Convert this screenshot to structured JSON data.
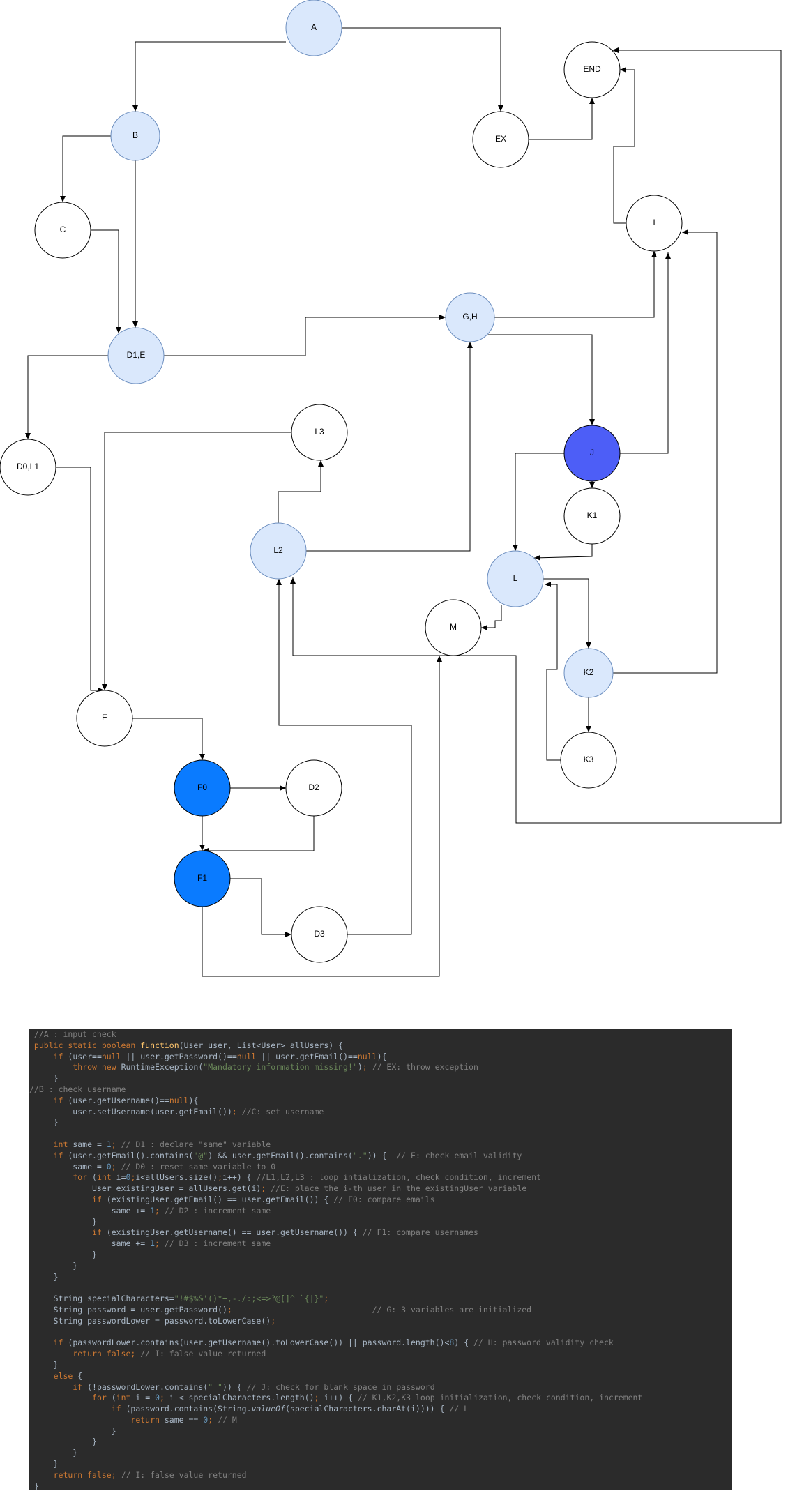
{
  "colors": {
    "light_blue": "#dae8fc",
    "light_blue_stroke": "#6c8ebf",
    "white": "#ffffff",
    "dark_blue": "#4d5ef7",
    "bright_blue": "#0a7bff",
    "code_bg": "#2b2b2b",
    "code_text": "#a9b7c6",
    "code_keyword": "#cc7832",
    "code_function": "#ffc66d",
    "code_string": "#6a8759",
    "code_number": "#6897bb",
    "code_comment": "#808080"
  },
  "nodes": [
    {
      "id": "A",
      "label": "A",
      "fill": "light_blue"
    },
    {
      "id": "EX",
      "label": "EX",
      "fill": "white"
    },
    {
      "id": "END",
      "label": "END",
      "fill": "white"
    },
    {
      "id": "B",
      "label": "B",
      "fill": "light_blue"
    },
    {
      "id": "C",
      "label": "C",
      "fill": "white"
    },
    {
      "id": "I",
      "label": "I",
      "fill": "white"
    },
    {
      "id": "GH",
      "label": "G,H",
      "fill": "light_blue"
    },
    {
      "id": "D1E",
      "label": "D1,E",
      "fill": "light_blue"
    },
    {
      "id": "L3",
      "label": "L3",
      "fill": "white"
    },
    {
      "id": "J",
      "label": "J",
      "fill": "dark_blue"
    },
    {
      "id": "D0L1",
      "label": "D0,L1",
      "fill": "white"
    },
    {
      "id": "K1",
      "label": "K1",
      "fill": "white"
    },
    {
      "id": "L2",
      "label": "L2",
      "fill": "light_blue"
    },
    {
      "id": "L",
      "label": "L",
      "fill": "light_blue"
    },
    {
      "id": "M",
      "label": "M",
      "fill": "white"
    },
    {
      "id": "K2",
      "label": "K2",
      "fill": "light_blue"
    },
    {
      "id": "E",
      "label": "E",
      "fill": "white"
    },
    {
      "id": "K3",
      "label": "K3",
      "fill": "white"
    },
    {
      "id": "F0",
      "label": "F0",
      "fill": "bright_blue"
    },
    {
      "id": "D2",
      "label": "D2",
      "fill": "white"
    },
    {
      "id": "F1",
      "label": "F1",
      "fill": "bright_blue"
    },
    {
      "id": "D3",
      "label": "D3",
      "fill": "white"
    }
  ],
  "edges": [
    {
      "from": "A",
      "to": "B"
    },
    {
      "from": "A",
      "to": "EX"
    },
    {
      "from": "EX",
      "to": "END"
    },
    {
      "from": "B",
      "to": "C"
    },
    {
      "from": "B",
      "to": "D1E"
    },
    {
      "from": "C",
      "to": "D1E"
    },
    {
      "from": "D1E",
      "to": "D0L1"
    },
    {
      "from": "D1E",
      "to": "GH"
    },
    {
      "from": "GH",
      "to": "I"
    },
    {
      "from": "GH",
      "to": "J"
    },
    {
      "from": "I",
      "to": "END"
    },
    {
      "from": "J",
      "to": "I"
    },
    {
      "from": "J",
      "to": "K1"
    },
    {
      "from": "J",
      "to": "L"
    },
    {
      "from": "K1",
      "to": "L"
    },
    {
      "from": "L",
      "to": "M"
    },
    {
      "from": "L",
      "to": "K2"
    },
    {
      "from": "K2",
      "to": "K3"
    },
    {
      "from": "K2",
      "to": "I"
    },
    {
      "from": "K3",
      "to": "L"
    },
    {
      "from": "M",
      "to": "END"
    },
    {
      "from": "M",
      "to": "L2"
    },
    {
      "from": "D0L1",
      "to": "E"
    },
    {
      "from": "L3",
      "to": "E"
    },
    {
      "from": "L2",
      "to": "L3"
    },
    {
      "from": "L2",
      "to": "GH"
    },
    {
      "from": "E",
      "to": "F0"
    },
    {
      "from": "F0",
      "to": "D2"
    },
    {
      "from": "F0",
      "to": "F1"
    },
    {
      "from": "D2",
      "to": "F1"
    },
    {
      "from": "F1",
      "to": "D3"
    },
    {
      "from": "F1",
      "to": "L2"
    },
    {
      "from": "D3",
      "to": "L2"
    }
  ],
  "code_lines": [
    [
      [
        "cm",
        " //A : input check"
      ]
    ],
    [
      [
        "kw",
        " public static boolean "
      ],
      [
        "fn",
        "function"
      ],
      [
        "",
        "(User user, List<User> allUsers) {"
      ]
    ],
    [
      [
        "",
        "     "
      ],
      [
        "kw",
        "if "
      ],
      [
        "",
        "(user=="
      ],
      [
        "kw",
        "null "
      ],
      [
        "",
        "|| user.getPassword()=="
      ],
      [
        "kw",
        "null "
      ],
      [
        "",
        "|| user.getEmail()=="
      ],
      [
        "kw",
        "null"
      ],
      [
        "",
        "){"
      ]
    ],
    [
      [
        "",
        "         "
      ],
      [
        "kw",
        "throw new "
      ],
      [
        "",
        "RuntimeException("
      ],
      [
        "str",
        "\"Mandatory information missing!\""
      ],
      [
        "",
        ")"
      ],
      [
        "kw",
        "; "
      ],
      [
        "cm",
        "// EX: throw exception"
      ]
    ],
    [
      [
        "",
        "     }"
      ]
    ],
    [
      [
        "cm",
        "//B : check username"
      ]
    ],
    [
      [
        "",
        "     "
      ],
      [
        "kw",
        "if "
      ],
      [
        "",
        "(user.getUsername()=="
      ],
      [
        "kw",
        "null"
      ],
      [
        "",
        "){"
      ]
    ],
    [
      [
        "",
        "         user.setUsername(user.getEmail())"
      ],
      [
        "kw",
        "; "
      ],
      [
        "cm",
        "//C: set username"
      ]
    ],
    [
      [
        "",
        "     }"
      ]
    ],
    [
      [
        "",
        ""
      ]
    ],
    [
      [
        "",
        "     "
      ],
      [
        "kw",
        "int "
      ],
      [
        "",
        "same = "
      ],
      [
        "num",
        "1"
      ],
      [
        "kw",
        "; "
      ],
      [
        "cm",
        "// D1 : declare \"same\" variable"
      ]
    ],
    [
      [
        "",
        "     "
      ],
      [
        "kw",
        "if "
      ],
      [
        "",
        "(user.getEmail().contains("
      ],
      [
        "str",
        "\"@\""
      ],
      [
        "",
        ") && user.getEmail().contains("
      ],
      [
        "str",
        "\".\""
      ],
      [
        "",
        ")) {  "
      ],
      [
        "cm",
        "// E: check email validity"
      ]
    ],
    [
      [
        "",
        "         same = "
      ],
      [
        "num",
        "0"
      ],
      [
        "kw",
        "; "
      ],
      [
        "cm",
        "// D0 : reset same variable to 0"
      ]
    ],
    [
      [
        "",
        "         "
      ],
      [
        "kw",
        "for "
      ],
      [
        "",
        "("
      ],
      [
        "kw",
        "int "
      ],
      [
        "",
        "i="
      ],
      [
        "num",
        "0"
      ],
      [
        "kw",
        ";"
      ],
      [
        "",
        "i<allUsers.size()"
      ],
      [
        "kw",
        ";"
      ],
      [
        "",
        "i++) { "
      ],
      [
        "cm",
        "//L1,L2,L3 : loop intialization, check condition, increment"
      ]
    ],
    [
      [
        "",
        "             User existingUser = allUsers.get(i)"
      ],
      [
        "kw",
        "; "
      ],
      [
        "cm",
        "//E: place the i-th user in the existingUser variable"
      ]
    ],
    [
      [
        "",
        "             "
      ],
      [
        "kw",
        "if "
      ],
      [
        "",
        "(existingUser.getEmail() == user.getEmail()) { "
      ],
      [
        "cm",
        "// F0: compare emails"
      ]
    ],
    [
      [
        "",
        "                 same += "
      ],
      [
        "num",
        "1"
      ],
      [
        "kw",
        "; "
      ],
      [
        "cm",
        "// D2 : increment same"
      ]
    ],
    [
      [
        "",
        "             }"
      ]
    ],
    [
      [
        "",
        "             "
      ],
      [
        "kw",
        "if "
      ],
      [
        "",
        "(existingUser.getUsername() == user.getUsername()) { "
      ],
      [
        "cm",
        "// F1: compare usernames"
      ]
    ],
    [
      [
        "",
        "                 same += "
      ],
      [
        "num",
        "1"
      ],
      [
        "kw",
        "; "
      ],
      [
        "cm",
        "// D3 : increment same"
      ]
    ],
    [
      [
        "",
        "             }"
      ]
    ],
    [
      [
        "",
        "         }"
      ]
    ],
    [
      [
        "",
        "     }"
      ]
    ],
    [
      [
        "",
        ""
      ]
    ],
    [
      [
        "",
        "     String specialCharacters="
      ],
      [
        "str",
        "\"!#$%&'()*+,-./:;<=>?@[]^_`{|}\""
      ],
      [
        "kw",
        ";"
      ]
    ],
    [
      [
        "",
        "     String password = user.getPassword()"
      ],
      [
        "kw",
        ";"
      ],
      [
        "",
        "                             "
      ],
      [
        "cm",
        "// G: 3 variables are initialized"
      ]
    ],
    [
      [
        "",
        "     String passwordLower = password.toLowerCase()"
      ],
      [
        "kw",
        ";"
      ]
    ],
    [
      [
        "",
        ""
      ]
    ],
    [
      [
        "",
        "     "
      ],
      [
        "kw",
        "if "
      ],
      [
        "",
        "(passwordLower.contains(user.getUsername().toLowerCase()) || password.length()<"
      ],
      [
        "num",
        "8"
      ],
      [
        "",
        ") { "
      ],
      [
        "cm",
        "// H: password validity check"
      ]
    ],
    [
      [
        "",
        "         "
      ],
      [
        "kw",
        "return false; "
      ],
      [
        "cm",
        "// I: false value returned"
      ]
    ],
    [
      [
        "",
        "     }"
      ]
    ],
    [
      [
        "",
        "     "
      ],
      [
        "kw",
        "else "
      ],
      [
        "",
        "{"
      ]
    ],
    [
      [
        "",
        "         "
      ],
      [
        "kw",
        "if "
      ],
      [
        "",
        "(!passwordLower.contains("
      ],
      [
        "str",
        "\" \""
      ],
      [
        "",
        ")) { "
      ],
      [
        "cm",
        "// J: check for blank space in password"
      ]
    ],
    [
      [
        "",
        "             "
      ],
      [
        "kw",
        "for "
      ],
      [
        "",
        "("
      ],
      [
        "kw",
        "int "
      ],
      [
        "",
        "i = "
      ],
      [
        "num",
        "0"
      ],
      [
        "kw",
        "; "
      ],
      [
        "",
        "i < specialCharacters.length()"
      ],
      [
        "kw",
        "; "
      ],
      [
        "",
        "i++) { "
      ],
      [
        "cm",
        "// K1,K2,K3 loop initialization, check condition, increment"
      ]
    ],
    [
      [
        "",
        "                 "
      ],
      [
        "kw",
        "if "
      ],
      [
        "",
        "(password.contains(String."
      ],
      [
        "it",
        "valueOf"
      ],
      [
        "",
        "(specialCharacters.charAt(i)))) { "
      ],
      [
        "cm",
        "// L"
      ]
    ],
    [
      [
        "",
        "                     "
      ],
      [
        "kw",
        "return "
      ],
      [
        "",
        "same == "
      ],
      [
        "num",
        "0"
      ],
      [
        "kw",
        "; "
      ],
      [
        "cm",
        "// M"
      ]
    ],
    [
      [
        "",
        "                 }"
      ]
    ],
    [
      [
        "",
        "             }"
      ]
    ],
    [
      [
        "",
        "         }"
      ]
    ],
    [
      [
        "",
        "     }"
      ]
    ],
    [
      [
        "",
        "     "
      ],
      [
        "kw",
        "return false; "
      ],
      [
        "cm",
        "// I: false value returned"
      ]
    ],
    [
      [
        "",
        " }"
      ]
    ]
  ]
}
